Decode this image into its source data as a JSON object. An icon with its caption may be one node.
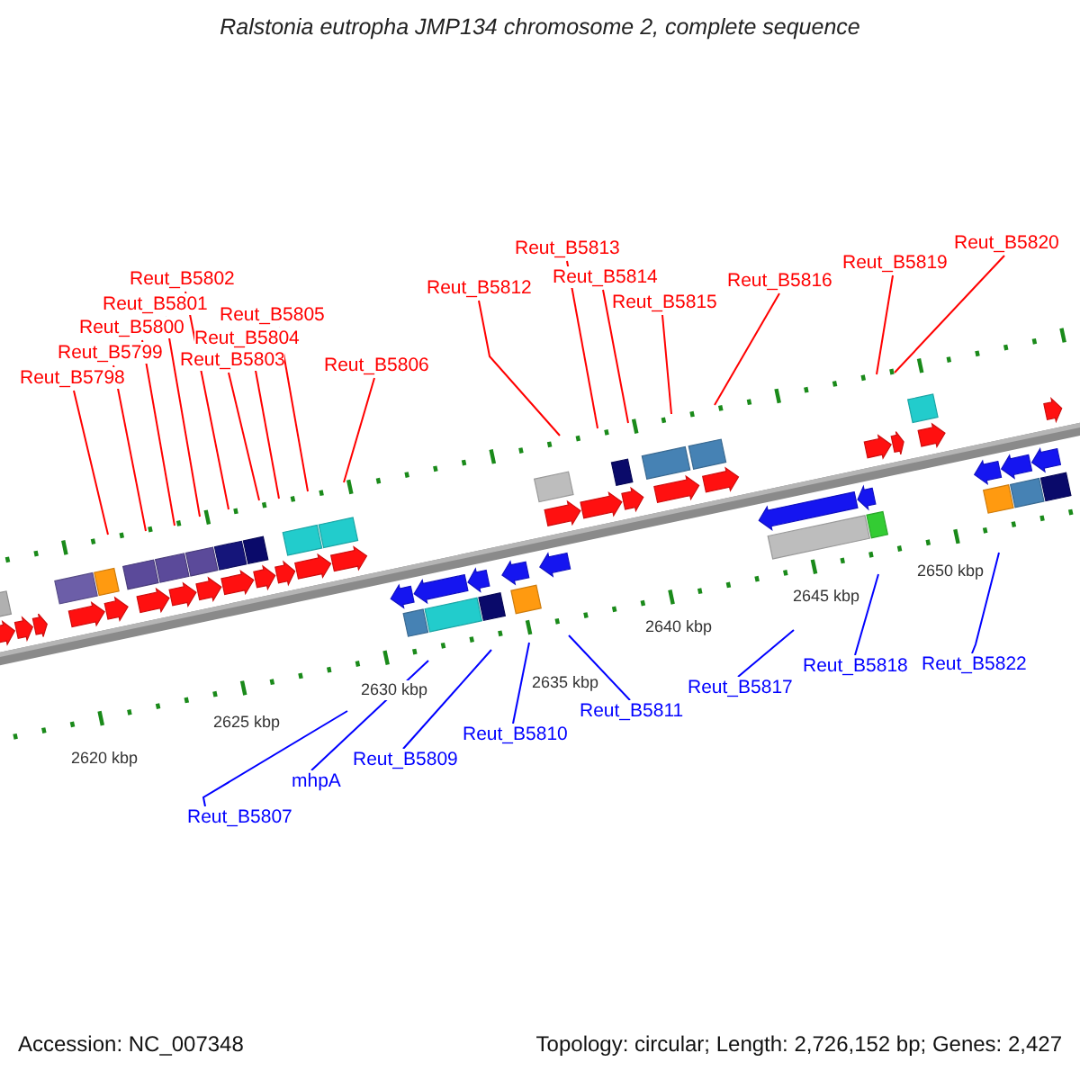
{
  "diagram": {
    "title": "Ralstonia eutropha JMP134 chromosome 2, complete sequence",
    "nodes": [
      {
        "text": [
          "Reut_B5798"
        ]
      },
      {
        "text": [
          "Reut_B5799"
        ]
      },
      {
        "text": [
          "Reut_B5800"
        ]
      },
      {
        "text": [
          "Reut_B5801"
        ]
      },
      {
        "text": [
          "Reut_B5802"
        ]
      },
      {
        "text": [
          "Reut_B5803"
        ]
      },
      {
        "text": [
          "Reut_B5804"
        ]
      },
      {
        "text": [
          "Reut_B5805"
        ]
      },
      {
        "text": [
          "Reut_B5806"
        ]
      },
      {
        "text": [
          "Reut_B5812"
        ]
      },
      {
        "text": [
          "Reut_B5813"
        ]
      },
      {
        "text": [
          "Reut_B5814"
        ]
      },
      {
        "text": [
          "Reut_B5815"
        ]
      },
      {
        "text": [
          "Reut_B5816"
        ]
      },
      {
        "text": [
          "Reut_B5819"
        ]
      },
      {
        "text": [
          "Reut_B5820"
        ]
      },
      {
        "text": [
          "Reut_B5807"
        ]
      },
      {
        "text": [
          "mhpA"
        ]
      },
      {
        "text": [
          "Reut_B5809"
        ]
      },
      {
        "text": [
          "Reut_B5810"
        ]
      },
      {
        "text": [
          "Reut_B5811"
        ]
      },
      {
        "text": [
          "Reut_B5817"
        ]
      },
      {
        "text": [
          "Reut_B5818"
        ]
      },
      {
        "text": [
          "Reut_B5822"
        ]
      }
    ],
    "edges": [
      {
        "from": 0,
        "to": null,
        "arrow": "none"
      },
      {
        "from": 1,
        "to": null,
        "arrow": "none"
      },
      {
        "from": 2,
        "to": null,
        "arrow": "none"
      },
      {
        "from": 3,
        "to": null,
        "arrow": "none"
      },
      {
        "from": 4,
        "to": null,
        "arrow": "none"
      },
      {
        "from": 5,
        "to": null,
        "arrow": "none"
      },
      {
        "from": 6,
        "to": null,
        "arrow": "none"
      },
      {
        "from": 7,
        "to": null,
        "arrow": "none"
      },
      {
        "from": 8,
        "to": null,
        "arrow": "none"
      },
      {
        "from": 9,
        "to": null,
        "arrow": "none"
      },
      {
        "from": 10,
        "to": null,
        "arrow": "none"
      },
      {
        "from": 11,
        "to": null,
        "arrow": "none"
      },
      {
        "from": 12,
        "to": null,
        "arrow": "none"
      },
      {
        "from": 13,
        "to": null,
        "arrow": "none"
      },
      {
        "from": 14,
        "to": null,
        "arrow": "none"
      },
      {
        "from": 15,
        "to": null,
        "arrow": "none"
      },
      {
        "from": 16,
        "to": null,
        "arrow": "none",
        "color": "#0000ff"
      },
      {
        "from": 17,
        "to": null,
        "arrow": "none",
        "color": "#0000ff"
      },
      {
        "from": 18,
        "to": null,
        "arrow": "none",
        "color": "#0000ff"
      },
      {
        "from": 19,
        "to": null,
        "arrow": "none",
        "color": "#0000ff"
      },
      {
        "from": 20,
        "to": null,
        "arrow": "none",
        "color": "#0000ff"
      },
      {
        "from": 21,
        "to": null,
        "arrow": "none",
        "color": "#0000ff"
      },
      {
        "from": 22,
        "to": null,
        "arrow": "none",
        "color": "#0000ff"
      },
      {
        "from": 23,
        "to": null,
        "arrow": "none",
        "color": "#0000ff"
      }
    ],
    "labels": [
      "2620 kbp",
      "2625 kbp",
      "2630 kbp",
      "2635 kbp",
      "2640 kbp",
      "2645 kbp",
      "2650 kbp",
      "Accession: NC_007348",
      "Topology: circular; Length: 2,726,152 bp; Genes: 2,427"
    ]
  }
}
